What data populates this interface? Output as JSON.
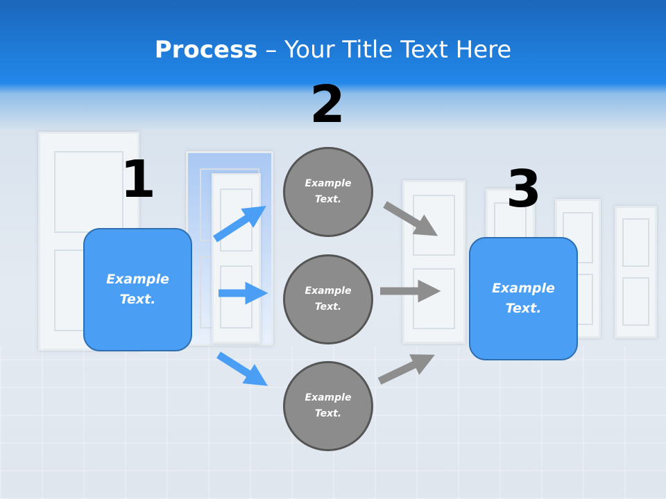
{
  "title": {
    "bold": "Process",
    "rest": " – Your Title Text Here"
  },
  "steps": {
    "one": "1",
    "two": "2",
    "three": "3"
  },
  "box_left": {
    "line1": "Example",
    "line2": "Text."
  },
  "box_right": {
    "line1": "Example",
    "line2": "Text."
  },
  "circles": [
    {
      "line1": "Example",
      "line2": "Text."
    },
    {
      "line1": "Example",
      "line2": "Text."
    },
    {
      "line1": "Example",
      "line2": "Text."
    }
  ],
  "colors": {
    "blue": "#4a9ff5",
    "grey": "#8c8c8c",
    "arrow_blue": "#4a9ff5",
    "arrow_grey": "#8e8e8e"
  }
}
